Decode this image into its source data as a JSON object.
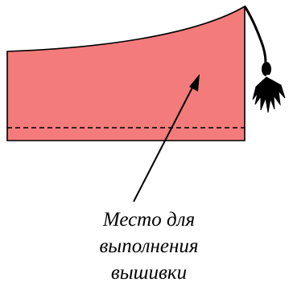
{
  "colors": {
    "panel_fill": "#f47b7b",
    "outline": "#000000",
    "background": "#ffffff"
  },
  "label": {
    "line1": "Место для",
    "line2": "выполнения",
    "line3": "вышивки"
  },
  "icons": {
    "tassel": "tassel-icon"
  }
}
